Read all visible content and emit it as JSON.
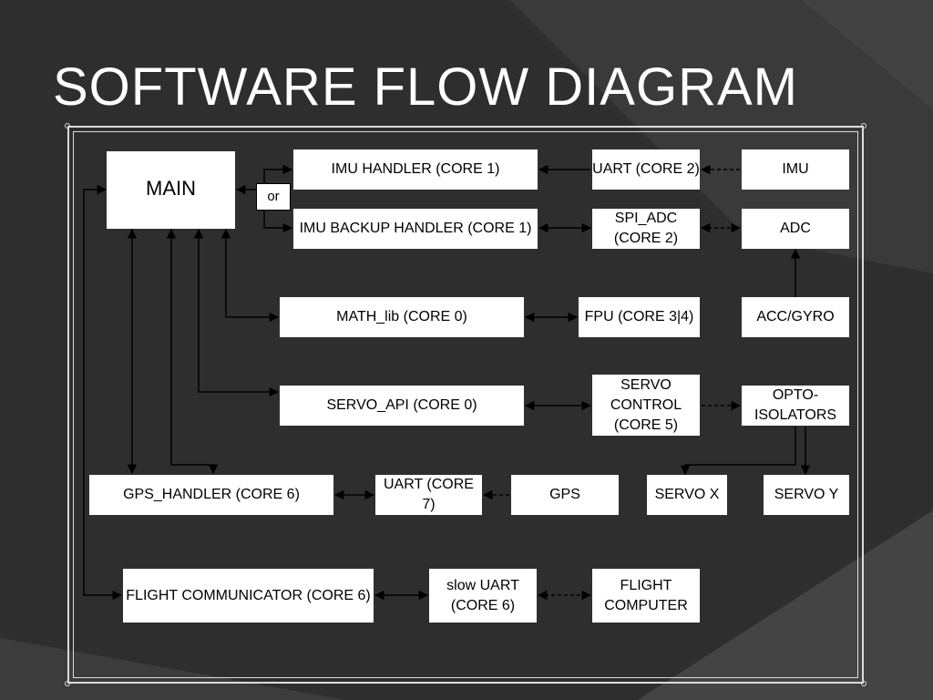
{
  "title": "SOFTWARE FLOW DIAGRAM",
  "colors": {
    "background": "#2e2e2e",
    "box": "#ffffff",
    "frame": "#dcdcdc",
    "wire": "#000000"
  },
  "nodes": {
    "main": "MAIN",
    "or": "or",
    "imu_handler": "IMU HANDLER (CORE 1)",
    "uart_core2": "UART (CORE 2)",
    "imu": "IMU",
    "imu_backup": "IMU BACKUP HANDLER (CORE 1)",
    "spi_adc": [
      "SPI_ADC",
      "(CORE 2)"
    ],
    "adc": "ADC",
    "math_lib": "MATH_lib (CORE 0)",
    "fpu": "FPU (CORE 3|4)",
    "acc_gyro": "ACC/GYRO",
    "servo_api": "SERVO_API (CORE 0)",
    "servo_control": [
      "SERVO",
      "CONTROL",
      "(CORE 5)"
    ],
    "opto": [
      "OPTO-",
      "ISOLATORS"
    ],
    "gps_handler": "GPS_HANDLER (CORE 6)",
    "uart_core7": "UART (CORE 7)",
    "gps": "GPS",
    "servo_x": "SERVO X",
    "servo_y": "SERVO Y",
    "flight_comm": "FLIGHT COMMUNICATOR (CORE 6)",
    "slow_uart": [
      "slow UART",
      "(CORE 6)"
    ],
    "flight_computer": [
      "FLIGHT",
      "COMPUTER"
    ]
  }
}
